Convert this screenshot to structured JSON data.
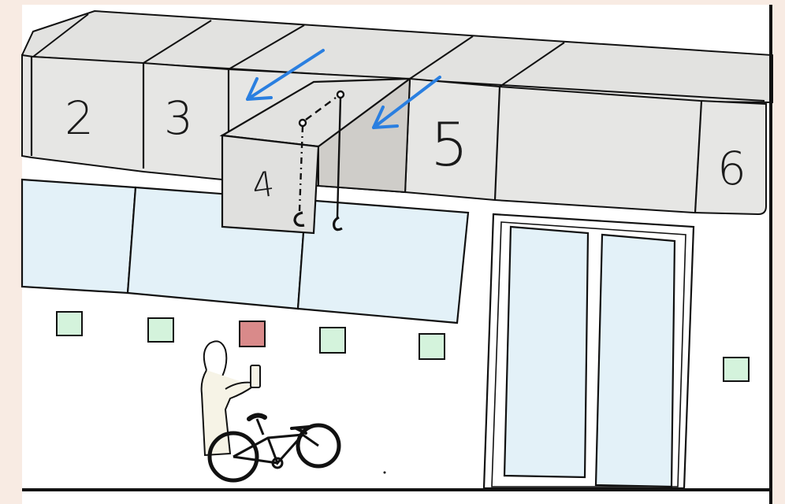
{
  "bay_labels": [
    "2",
    "3",
    "4",
    "5",
    "6"
  ],
  "colors": {
    "background": "#f8ebe3",
    "paper": "#ffffff",
    "awning_face": "#e6e6e4",
    "awning_top": "#e2e2e0",
    "awning_shadow": "#cfcdc9",
    "window_glass": "#e3f1f8",
    "arrow": "#2a7fe0",
    "marker_ok": "#d4f3dc",
    "marker_alert": "#d98a8a",
    "ink": "#111111"
  },
  "markers": [
    {
      "state": "ok"
    },
    {
      "state": "ok"
    },
    {
      "state": "alert"
    },
    {
      "state": "ok"
    },
    {
      "state": "ok"
    },
    {
      "state": "ok"
    }
  ]
}
